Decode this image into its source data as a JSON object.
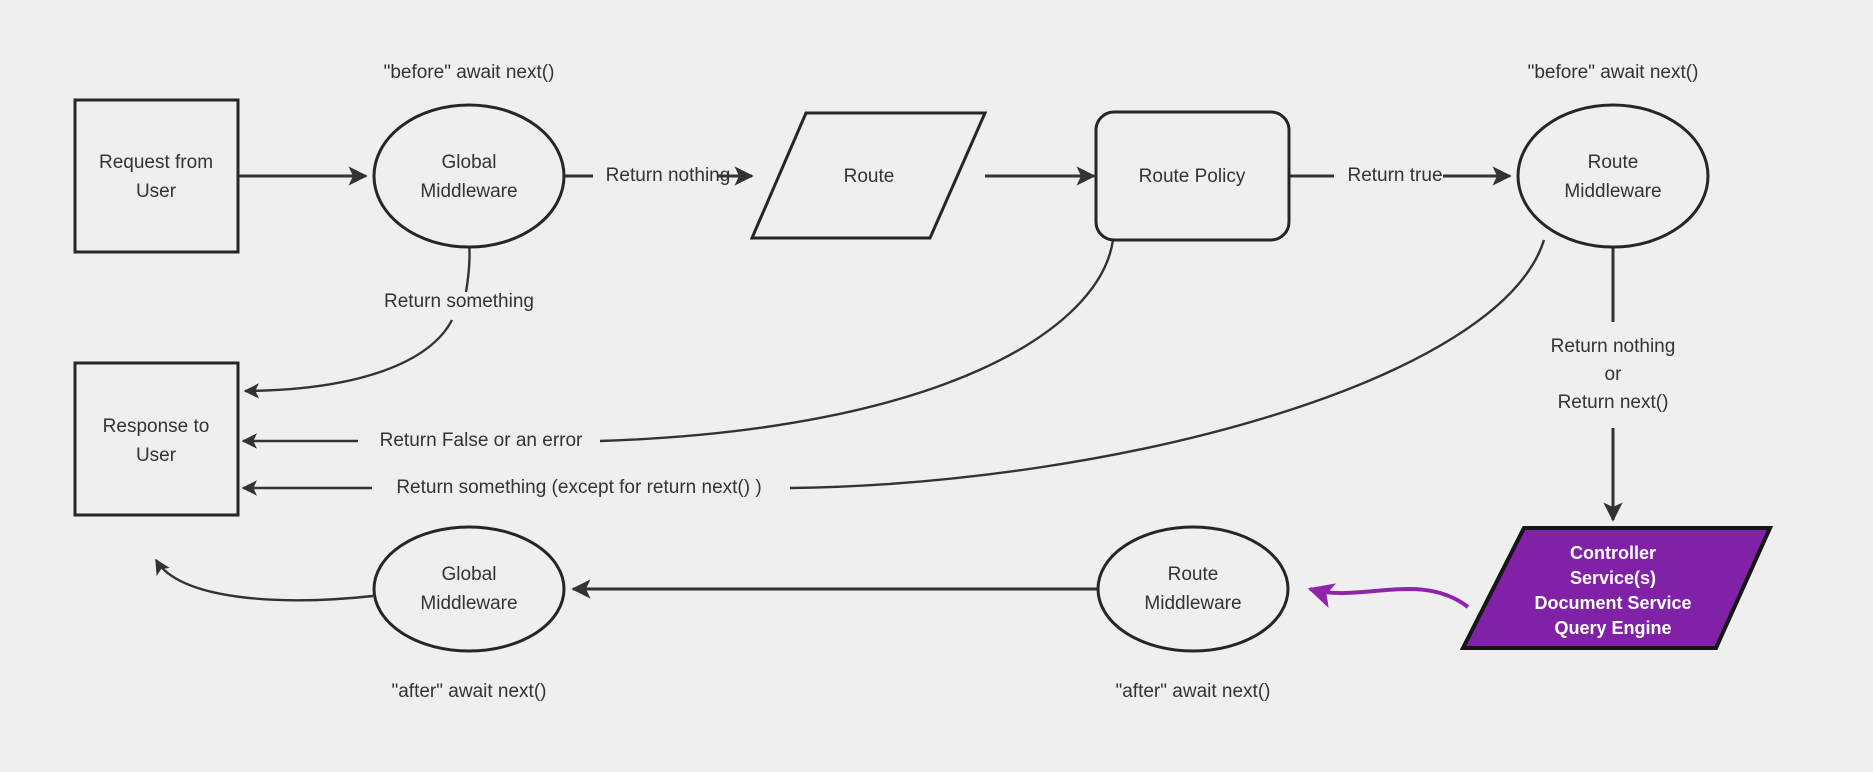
{
  "diagram": {
    "title": "Middleware request lifecycle flowchart",
    "background_color": "#efefef",
    "stroke_color": "#333333",
    "text_color": "#333333",
    "accent_color": "#8121a8"
  },
  "nodes": {
    "request_from_user": {
      "line1": "Request from",
      "line2": "User",
      "shape": "rectangle"
    },
    "global_middleware_before": {
      "line1": "Global",
      "line2": "Middleware",
      "shape": "ellipse"
    },
    "route": {
      "line1": "Route",
      "shape": "parallelogram"
    },
    "route_policy": {
      "line1": "Route Policy",
      "shape": "rounded-rectangle"
    },
    "route_middleware_before": {
      "line1": "Route",
      "line2": "Middleware",
      "shape": "ellipse"
    },
    "controller": {
      "line1": "Controller",
      "line2": "Service(s)",
      "line3": "Document Service",
      "line4": "Query Engine",
      "shape": "parallelogram",
      "fill": "#8121a8"
    },
    "route_middleware_after": {
      "line1": "Route",
      "line2": "Middleware",
      "shape": "ellipse"
    },
    "global_middleware_after": {
      "line1": "Global",
      "line2": "Middleware",
      "shape": "ellipse"
    },
    "response_to_user": {
      "line1": "Response to",
      "line2": "User",
      "shape": "rectangle"
    }
  },
  "notes": {
    "before_await_next_global": "\"before\" await next()",
    "before_await_next_route": "\"before\" await next()",
    "after_await_next_global": "\"after\" await next()",
    "after_await_next_route": "\"after\" await next()"
  },
  "edge_labels": {
    "return_nothing": "Return nothing",
    "return_true": "Return true",
    "return_something": "Return something",
    "return_false_or_error": "Return False or an error",
    "return_something_except_next": "Return something (except for return next() )",
    "return_nothing_or_next_line1": "Return nothing",
    "return_nothing_or_next_line2": "or",
    "return_nothing_or_next_line3": "Return next()"
  }
}
